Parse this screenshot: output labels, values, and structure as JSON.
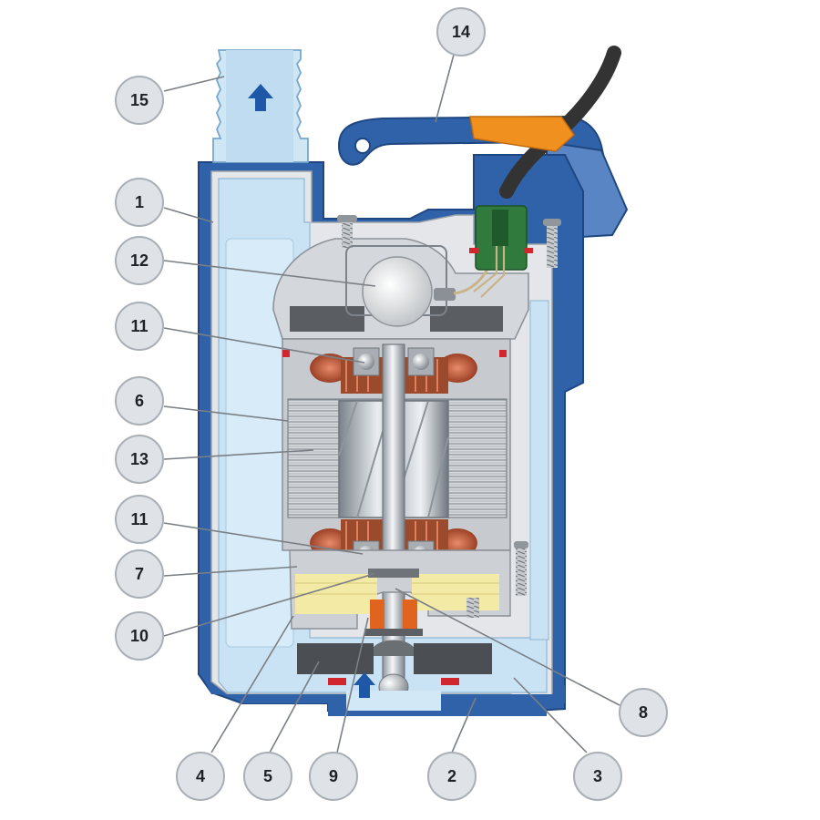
{
  "diagram": {
    "callouts": [
      {
        "id": "c15",
        "label": "15"
      },
      {
        "id": "c14",
        "label": "14"
      },
      {
        "id": "c1",
        "label": "1"
      },
      {
        "id": "c12",
        "label": "12"
      },
      {
        "id": "c11a",
        "label": "11"
      },
      {
        "id": "c6",
        "label": "6"
      },
      {
        "id": "c13",
        "label": "13"
      },
      {
        "id": "c11b",
        "label": "11"
      },
      {
        "id": "c7",
        "label": "7"
      },
      {
        "id": "c10",
        "label": "10"
      },
      {
        "id": "c8",
        "label": "8"
      },
      {
        "id": "c4",
        "label": "4"
      },
      {
        "id": "c5",
        "label": "5"
      },
      {
        "id": "c9",
        "label": "9"
      },
      {
        "id": "c2",
        "label": "2"
      },
      {
        "id": "c3",
        "label": "3"
      }
    ]
  },
  "colors": {
    "casing_blue": "#2f62a8",
    "light_blue": "#d3e8f6",
    "water_blue": "#c4e0f4",
    "grey_frame": "#c9ccd0",
    "dark_grey": "#5c6064",
    "copper": "#b55a3a",
    "oil_yellow": "#f3eaa6",
    "orange": "#f0901e",
    "green_board": "#2f7a3c",
    "cable": "#3a3a3a"
  }
}
